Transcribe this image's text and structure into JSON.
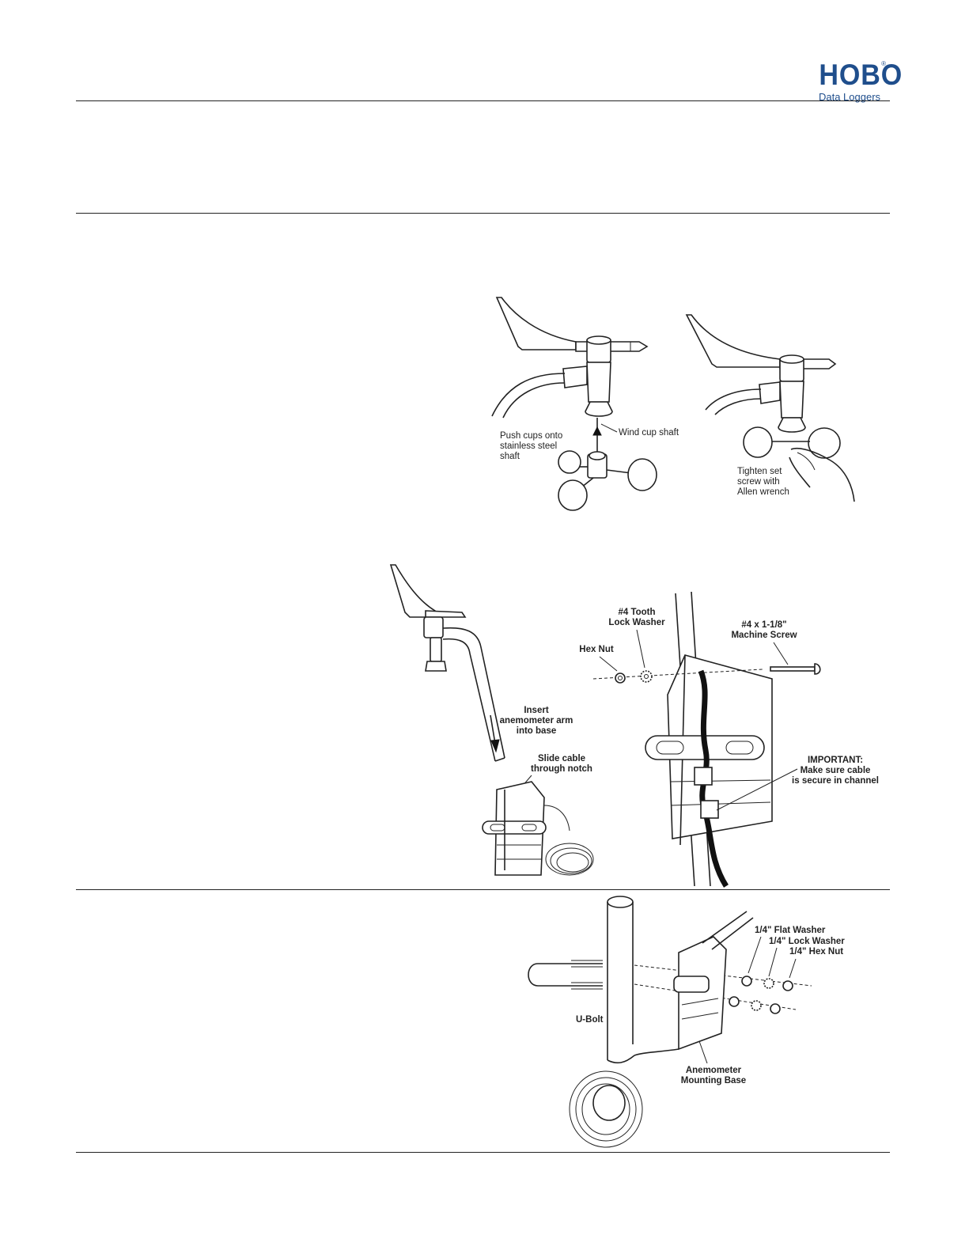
{
  "logo": {
    "word": "HOBO",
    "registered": "®",
    "subtitle": "Data Loggers"
  },
  "figure1": {
    "label_push": [
      "Push cups onto",
      "stainless steel",
      "shaft"
    ],
    "label_shaft": "Wind cup shaft",
    "label_tighten": [
      "Tighten set",
      "screw with",
      "Allen wrench"
    ]
  },
  "figure2": {
    "label_insert": [
      "Insert",
      "anemometer arm",
      "into base"
    ],
    "label_slide": [
      "Slide cable",
      "through notch"
    ],
    "label_washer": [
      "#4 Tooth",
      "Lock Washer"
    ],
    "label_hexnut": "Hex Nut",
    "label_screw": [
      "#4 x 1-1/8\"",
      "Machine Screw"
    ],
    "label_important": [
      "IMPORTANT:",
      "Make sure cable",
      "is secure in channel"
    ]
  },
  "figure3": {
    "label_flat_washer": "1/4\" Flat Washer",
    "label_lock_washer": "1/4\" Lock Washer",
    "label_hex_nut": "1/4\" Hex Nut",
    "label_ubolt": "U-Bolt",
    "label_base": [
      "Anemometer",
      "Mounting Base"
    ]
  }
}
